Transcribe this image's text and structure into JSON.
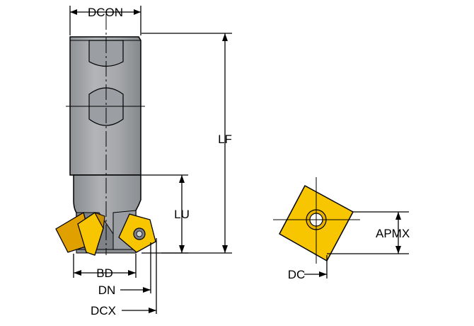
{
  "labels": {
    "dcon": "DCON",
    "lf": "LF",
    "lu": "LU",
    "bd": "BD",
    "dn": "DN",
    "dcx": "DCX",
    "apmx": "APMX",
    "dc": "DC"
  },
  "colors": {
    "shank_gray": "#a7a9ac",
    "shank_dark": "#8d9094",
    "insert_yellow": "#f7c600",
    "insert_orange": "#e0a100",
    "outline": "#000000"
  }
}
